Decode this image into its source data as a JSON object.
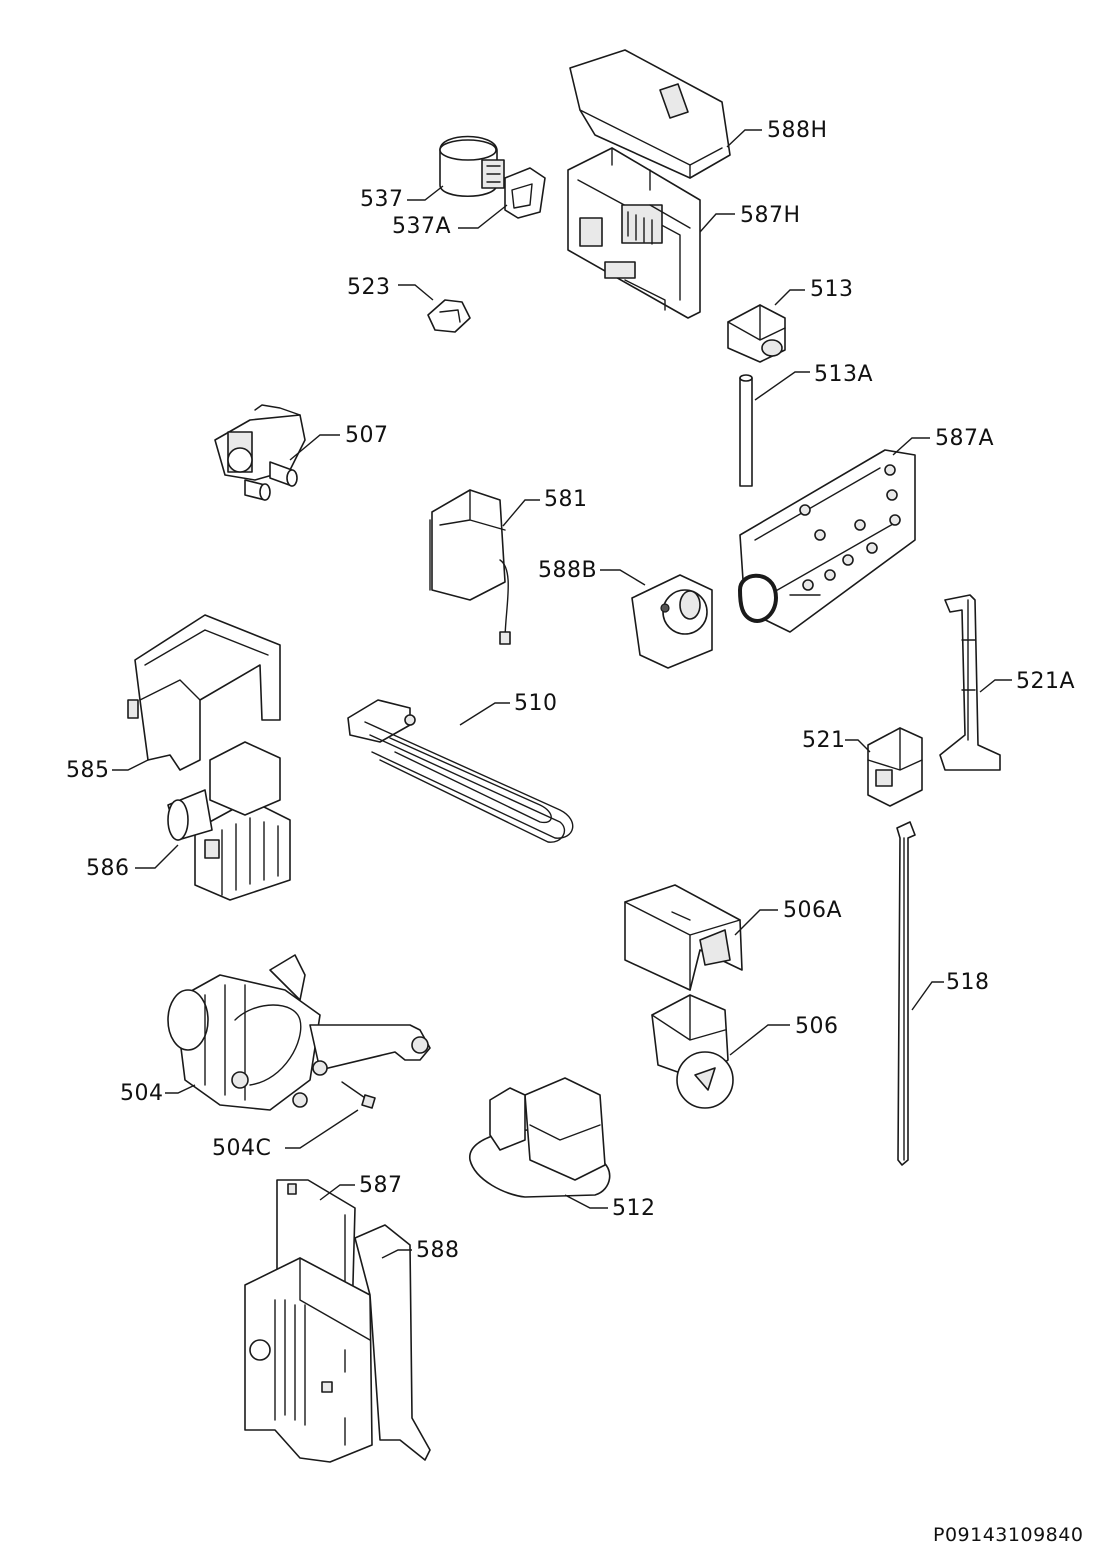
{
  "labels": {
    "p588H": "588H",
    "p537": "537",
    "p537A": "537A",
    "p587H": "587H",
    "p523": "523",
    "p513": "513",
    "p513A": "513A",
    "p507": "507",
    "p587A": "587A",
    "p581": "581",
    "p588B": "588B",
    "p521A": "521A",
    "p510": "510",
    "p521": "521",
    "p585": "585",
    "p586": "586",
    "p506A": "506A",
    "p518": "518",
    "p506": "506",
    "p504": "504",
    "p504C": "504C",
    "p587": "587",
    "p512": "512",
    "p588": "588"
  },
  "drawing_ref": "P09143109840"
}
